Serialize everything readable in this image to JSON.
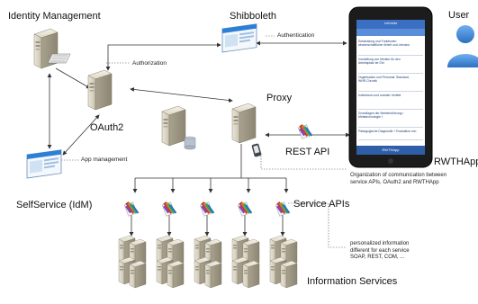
{
  "labels": {
    "identity_management": "Identity Management",
    "shibboleth": "Shibboleth",
    "user": "User",
    "oauth2": "OAuth2",
    "proxy": "Proxy",
    "rest_api": "REST API",
    "rwthapp": "RWTHApp",
    "selfservice": "SelfService (IdM)",
    "service_apis": "Service APIs",
    "information_services": "Information Services"
  },
  "edge_labels": {
    "authentication": "Authentication",
    "authorization": "Authorization",
    "app_management": "App management"
  },
  "annotations": {
    "organization": [
      "Organization of communication between",
      "service APIs, OAuth2 and RWTHApp"
    ],
    "personalized": [
      "personalized information",
      "different for each service",
      "SOAP, REST, COM, ..."
    ]
  },
  "phone": {
    "header": "Lehrinfo",
    "footer": "RWTHApp",
    "items": [
      "Entwicklung und Funktionen\nwissenschaftlicher Arbeit und Literatur",
      "Vorstellung von Medien für den\nArbeitsplatz ter Dhl",
      "Organisation und Personal: Standard,\nWHR-Chronik",
      "Individuum und sozialer Umfeld",
      "Grundlagen der Betriebsführung /\nMetatechnologie I",
      "Pädagogische Diagnostik + Evaluation von"
    ]
  },
  "colors": {
    "arrow": "#333333",
    "browser_title": "#2c7fd6",
    "phone_header": "#3a6fc4",
    "user_icon": "#4a90d9",
    "server_body": "#d9d4c4"
  },
  "icons": [
    "server-icon",
    "browser-window-icon",
    "smartphone-icon",
    "user-icon",
    "database-icon",
    "service-api-icon",
    "rest-api-icon"
  ]
}
